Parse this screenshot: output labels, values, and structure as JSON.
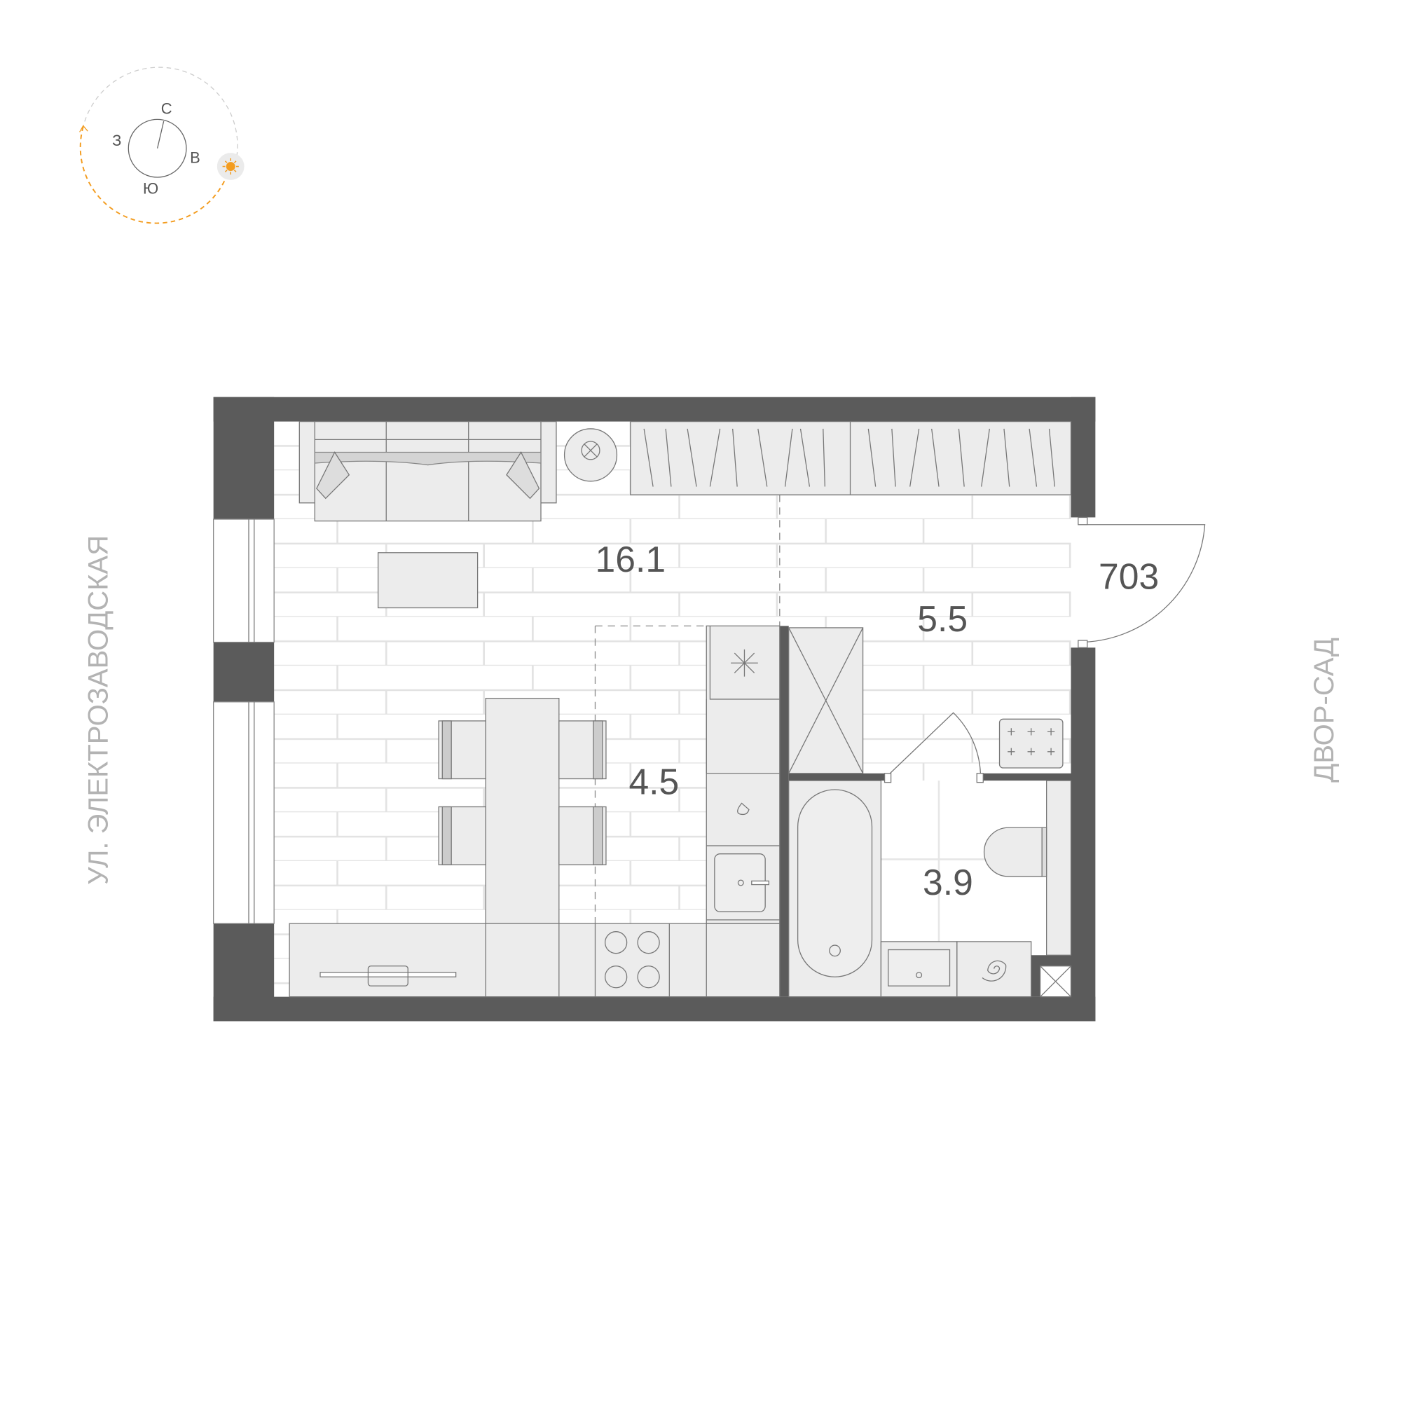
{
  "compass": {
    "north": "С",
    "east": "В",
    "south": "Ю",
    "west": "З",
    "sun_color": "#f39c1f",
    "wall_color": "#5b5b5b"
  },
  "apartment": {
    "number": "703"
  },
  "rooms": [
    {
      "name": "living",
      "area": "16.1"
    },
    {
      "name": "hall",
      "area": "5.5"
    },
    {
      "name": "kitchen",
      "area": "4.5"
    },
    {
      "name": "bathroom",
      "area": "3.9"
    }
  ],
  "streets": {
    "left": "УЛ. ЭЛЕКТРОЗАВОДСКАЯ",
    "right": "ДВОР-САД"
  }
}
